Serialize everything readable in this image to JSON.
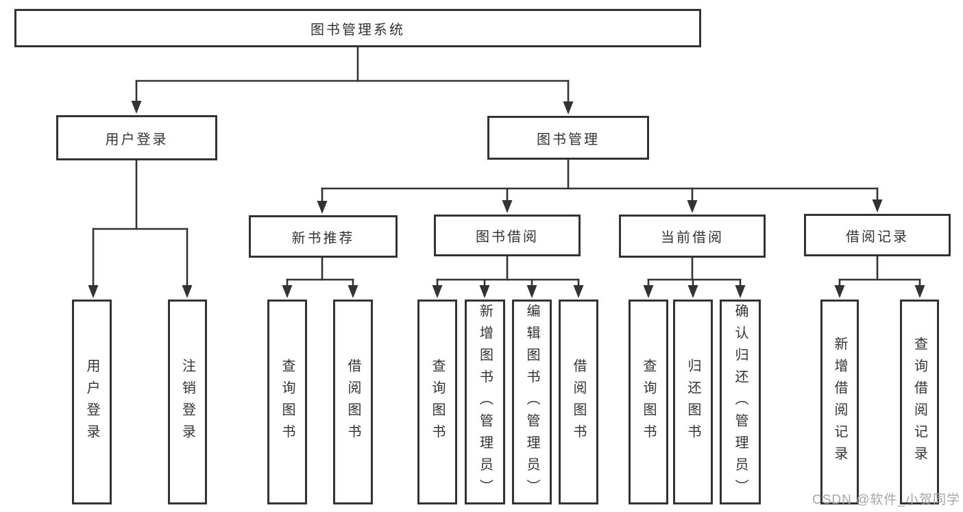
{
  "diagram": {
    "title_node": "图书管理系统",
    "colors": {
      "line": "#333333",
      "box_border": "#333333",
      "box_fill": "#ffffff",
      "text": "#333333",
      "watermark": "#a6a6a6"
    },
    "tree": {
      "id": "library-management-system",
      "label": "图书管理系统",
      "children": [
        {
          "id": "user-login",
          "label": "用户登录",
          "children": [
            {
              "id": "user-login-action",
              "label": "用户登录"
            },
            {
              "id": "logout",
              "label": "注销登录"
            }
          ]
        },
        {
          "id": "book-management",
          "label": "图书管理",
          "children": [
            {
              "id": "new-book-recommendation",
              "label": "新书推荐",
              "children": [
                {
                  "id": "nb-query-books",
                  "label": "查询图书"
                },
                {
                  "id": "nb-borrow-books",
                  "label": "借阅图书"
                }
              ]
            },
            {
              "id": "book-borrowing",
              "label": "图书借阅",
              "children": [
                {
                  "id": "bb-query-books",
                  "label": "查询图书"
                },
                {
                  "id": "bb-add-books-admin",
                  "label": "新增图书（管理员）"
                },
                {
                  "id": "bb-edit-books-admin",
                  "label": "编辑图书（管理员）"
                },
                {
                  "id": "bb-borrow-books",
                  "label": "借阅图书"
                }
              ]
            },
            {
              "id": "current-borrowing",
              "label": "当前借阅",
              "children": [
                {
                  "id": "cb-query-books",
                  "label": "查询图书"
                },
                {
                  "id": "cb-return-books",
                  "label": "归还图书"
                },
                {
                  "id": "cb-confirm-return-admin",
                  "label": "确认归还（管理员）"
                }
              ]
            },
            {
              "id": "borrowing-records",
              "label": "借阅记录",
              "children": [
                {
                  "id": "br-add-record",
                  "label": "新增借阅记录"
                },
                {
                  "id": "br-query-record",
                  "label": "查询借阅记录"
                }
              ]
            }
          ]
        }
      ]
    }
  },
  "watermark": {
    "text": "CSDN @软件_小贺同学"
  }
}
